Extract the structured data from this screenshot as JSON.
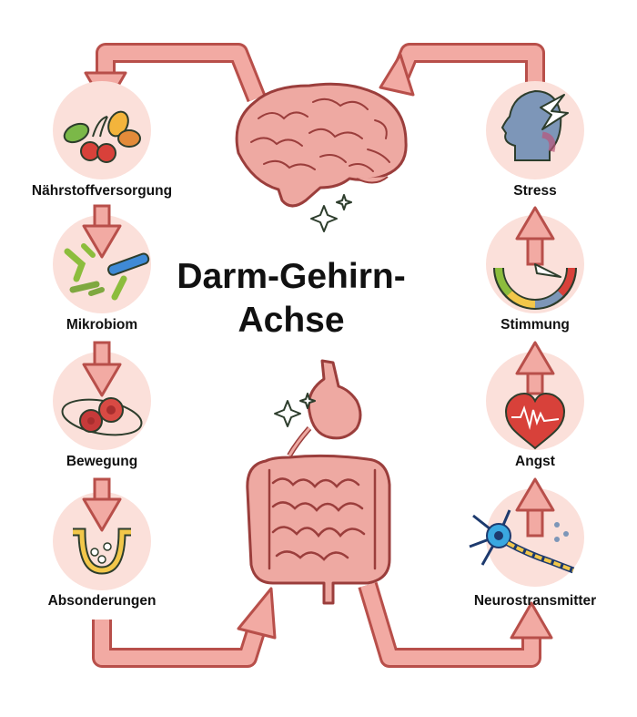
{
  "title": {
    "line1": "Darm-Gehirn-",
    "line2": "Achse"
  },
  "left_column": [
    {
      "label": "Nährstoffversorgung",
      "icon": "fruit-icon"
    },
    {
      "label": "Mikrobiom",
      "icon": "bacteria-icon"
    },
    {
      "label": "Bewegung",
      "icon": "blood-cells-icon"
    },
    {
      "label": "Absonderungen",
      "icon": "secretion-icon"
    }
  ],
  "right_column": [
    {
      "label": "Stress",
      "icon": "head-stress-icon"
    },
    {
      "label": "Stimmung",
      "icon": "mood-gauge-icon"
    },
    {
      "label": "Angst",
      "icon": "heart-pulse-icon"
    },
    {
      "label": "Neurostransmitter",
      "icon": "neuron-icon"
    }
  ],
  "colors": {
    "arrow_fill": "#f2aaa3",
    "arrow_stroke": "#b84f4a",
    "circle_fill": "#fbe0da",
    "organ_fill": "#eea9a2",
    "organ_stroke": "#9b3e3c"
  }
}
